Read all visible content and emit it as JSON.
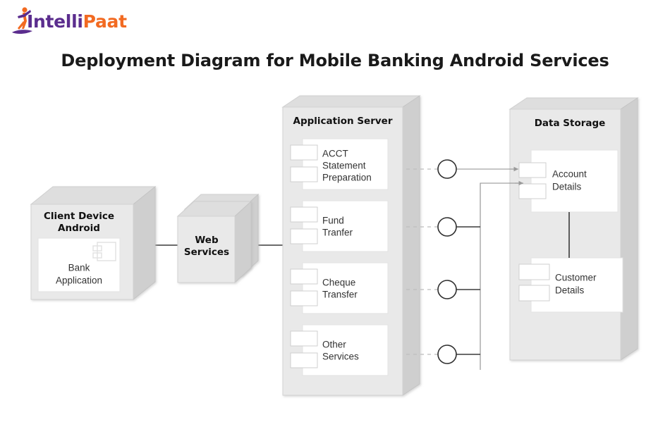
{
  "brand": {
    "name_part1": "Intelli",
    "name_part2": "Paat",
    "color_primary": "#5b2d8e",
    "color_accent": "#f26a21",
    "mark_icon": "person-figure-icon"
  },
  "title": "Deployment Diagram for Mobile Banking Android Services",
  "diagram": {
    "type": "uml-deployment-diagram",
    "background": "#ffffff",
    "node_fill": "#e9e9e9",
    "component_fill": "#ffffff",
    "connector_color": "#3a3a3a",
    "nodes": [
      {
        "id": "client-device",
        "label_line1": "Client Device",
        "label_line2": "Android",
        "components": [
          {
            "id": "bank-application",
            "label_line1": "Bank",
            "label_line2": "Application",
            "icon": "uml-component-icon"
          }
        ]
      },
      {
        "id": "web-services",
        "label_line1": "Web",
        "label_line2": "Services",
        "stacked": true,
        "components": []
      },
      {
        "id": "application-server",
        "label_line1": "Application Server",
        "label_line2": "",
        "components": [
          {
            "id": "acct-statement-preparation",
            "label_line1": "ACCT",
            "label_line2": "Statement",
            "label_line3": "Preparation"
          },
          {
            "id": "fund-tranfer",
            "label_line1": "Fund",
            "label_line2": "Tranfer"
          },
          {
            "id": "cheque-transfer",
            "label_line1": "Cheque",
            "label_line2": "Transfer"
          },
          {
            "id": "other-services",
            "label_line1": "Other",
            "label_line2": "Services"
          }
        ]
      },
      {
        "id": "data-storage",
        "label_line1": "Data Storage",
        "label_line2": "",
        "components": [
          {
            "id": "account-details",
            "label_line1": "Account",
            "label_line2": "Details"
          },
          {
            "id": "customer-details",
            "label_line1": "Customer",
            "label_line2": "Details"
          }
        ]
      }
    ],
    "interfaces": [
      {
        "id": "interface-ball-1",
        "shape": "circle",
        "serves": "acct-statement-preparation"
      },
      {
        "id": "interface-ball-2",
        "shape": "circle",
        "serves": "fund-tranfer"
      },
      {
        "id": "interface-ball-3",
        "shape": "circle",
        "serves": "cheque-transfer"
      },
      {
        "id": "interface-ball-4",
        "shape": "circle",
        "serves": "other-services"
      }
    ],
    "connections": [
      {
        "from": "client-device",
        "to": "web-services",
        "style": "solid"
      },
      {
        "from": "web-services",
        "to": "application-server",
        "style": "solid"
      },
      {
        "from": "acct-statement-preparation",
        "to": "interface-ball-1",
        "style": "dashed"
      },
      {
        "from": "fund-tranfer",
        "to": "interface-ball-2",
        "style": "dashed"
      },
      {
        "from": "cheque-transfer",
        "to": "interface-ball-3",
        "style": "dashed"
      },
      {
        "from": "other-services",
        "to": "interface-ball-4",
        "style": "dashed"
      },
      {
        "from": "interface-ball-1",
        "to": "account-details",
        "style": "arrow"
      },
      {
        "from": "interface-ball-2",
        "to": "account-details",
        "style": "arrow"
      },
      {
        "from": "interface-ball-3",
        "to": "account-details",
        "style": "arrow"
      },
      {
        "from": "interface-ball-4",
        "to": "account-details",
        "style": "arrow"
      },
      {
        "from": "account-details",
        "to": "customer-details",
        "style": "solid"
      }
    ]
  }
}
